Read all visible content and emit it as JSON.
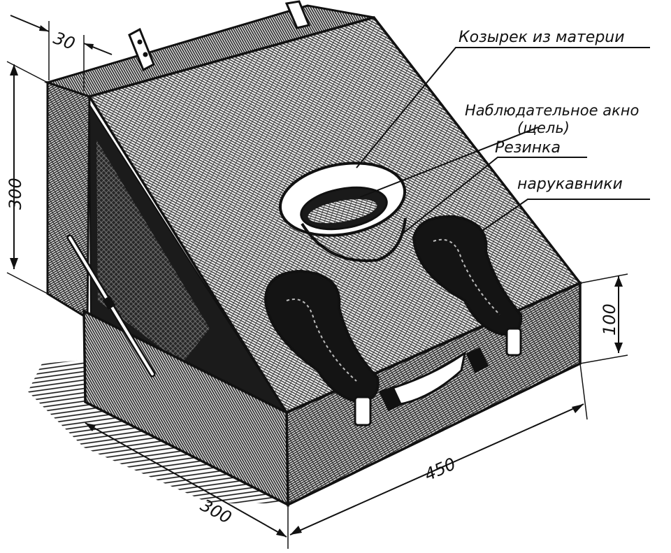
{
  "labels": {
    "visor": "Козырек из матерuи",
    "window": "Наблюдательное акно",
    "window_sub": "(щель)",
    "rubber": "Резинка",
    "sleeves": "нарукавники"
  },
  "dimensions": {
    "top_depth": "30",
    "height": "300",
    "base_height": "100",
    "length": "450",
    "width": "300"
  },
  "colors": {
    "ink": "#111111",
    "dark": "#1a1a1a",
    "paper": "#ffffff"
  }
}
